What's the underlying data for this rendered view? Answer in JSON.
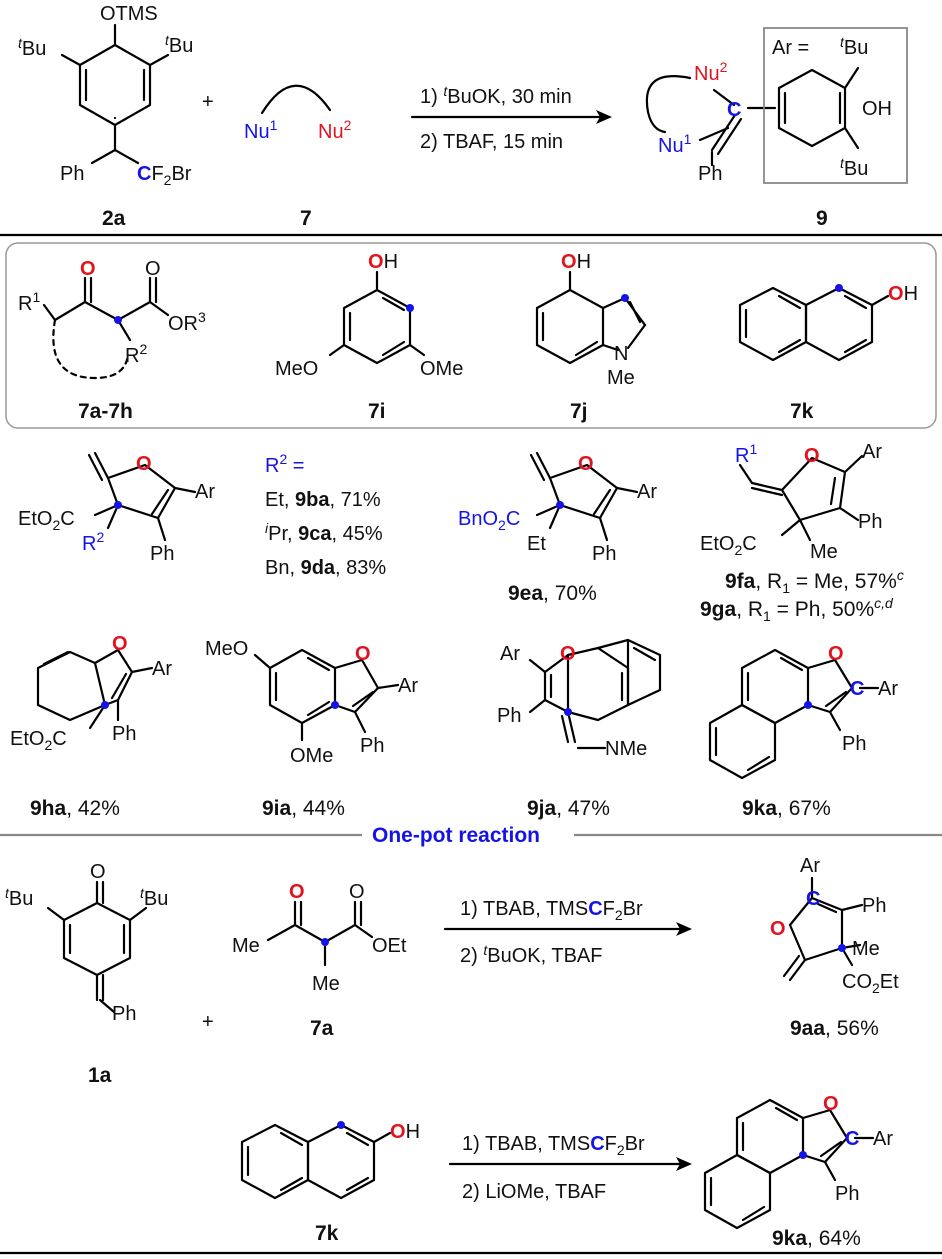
{
  "colors": {
    "nucleophile": "#1414e6",
    "heteroatom": "#e0141e",
    "frame": "#888888"
  },
  "top": {
    "sm_label": "2a",
    "nuc_label": "7",
    "prod_label": "9",
    "plus": "+",
    "otms": "OTMS",
    "tbu": "Bu",
    "t": "t",
    "ph": "Ph",
    "cf2br_c": "C",
    "cf2br_f": "F",
    "cf2br_2": "2",
    "cf2br_br": "Br",
    "nu": "Nu",
    "nu1": "1",
    "nu2": "2",
    "cond1": "1) ",
    "cond1b": "BuOK, 30 min",
    "cond2": "2) TBAF, 15 min",
    "ar_eq": "Ar =",
    "oh": "OH",
    "c": "C"
  },
  "nucleophiles": {
    "l7a": "7a-7h",
    "l7i": "7i",
    "l7j": "7j",
    "l7k": "7k",
    "r": "R",
    "one": "1",
    "two": "2",
    "three": "3",
    "o": "O",
    "or": "OR",
    "h": "H",
    "meo": "MeO",
    "ome": "OMe",
    "n": "N",
    "me": "Me"
  },
  "products": {
    "r2eq": "R",
    "r2eq_sup": "2",
    "r2eq_tail": " =",
    "ba_pre": "Et, ",
    "ba": "9ba",
    "ba_y": ", 71%",
    "ca_i": "i",
    "ca_pre": "Pr, ",
    "ca": "9ca",
    "ca_y": ", 45%",
    "da_pre": "Bn, ",
    "da": "9da",
    "da_y": ", 83%",
    "ea": "9ea",
    "ea_y": ", 70%",
    "fa": "9fa",
    "fa_y": ", R",
    "fa_sub": "1",
    "fa_y2": " = Me, 57%",
    "fa_sup": "c",
    "ga": "9ga",
    "ga_y": ", R",
    "ga_sub": "1",
    "ga_y2": " = Ph, 50%",
    "ga_sup": "c,d",
    "ha": "9ha",
    "ha_y": ", 42%",
    "ia": "9ia",
    "ia_y": ", 44%",
    "ja": "9ja",
    "ja_y": ", 47%",
    "ka": "9ka",
    "ka_y": ", 67%",
    "eto2c": "EtO",
    "bno2c": "BnO",
    "sub2": "2",
    "c": "C",
    "o": "O",
    "ar": "Ar",
    "ph": "Ph",
    "et": "Et",
    "me": "Me",
    "r": "R",
    "meo": "MeO",
    "ome": "OMe",
    "nme": "NMe"
  },
  "onepot": {
    "title": "One-pot reaction",
    "l1a": "1a",
    "l7a": "7a",
    "l7k": "7k",
    "aa": "9aa",
    "aa_y": ", 56%",
    "ka": "9ka",
    "ka_y": ", 64%",
    "plus": "+",
    "c1a": "1) TBAB, TMS",
    "c1b": "C",
    "c1c": "F",
    "c1d": "2",
    "c1e": "Br",
    "c2a": "2) ",
    "c2b": "t",
    "c2c": "BuOK, TBAF",
    "c3": "2) LiOMe, TBAF",
    "me": "Me",
    "oet": "OEt",
    "o": "O",
    "ph": "Ph",
    "ar": "Ar",
    "c": "C",
    "co2et": "CO",
    "co2et2": "2",
    "co2et3": "Et",
    "oh": "OH",
    "bu": "Bu",
    "t": "t"
  }
}
